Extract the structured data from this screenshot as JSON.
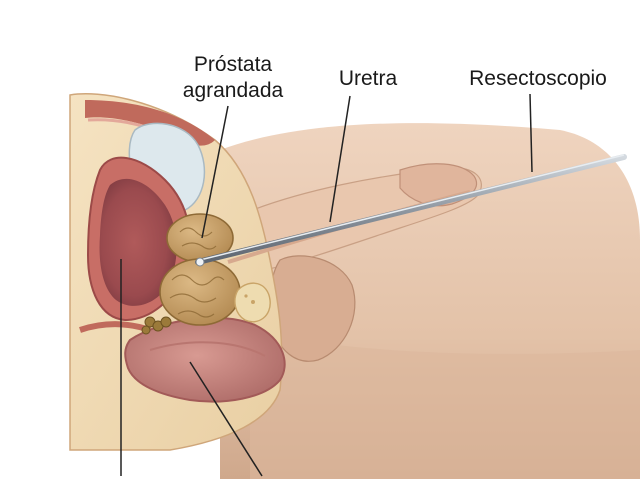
{
  "labels": {
    "prostate_line1": "Próstata",
    "prostate_line2": "agrandada",
    "urethra": "Uretra",
    "resectoscope": "Resectoscopio"
  },
  "colors": {
    "skin": "#e8c9b0",
    "skin_shadow": "#d4ab8e",
    "tissue_cream": "#f1dcb4",
    "bladder_wall": "#c46b67",
    "bladder_inner": "#a64e4e",
    "bladder_dark": "#8d4145",
    "fluid_sac": "#dfe9ee",
    "prostate": "#c7a06a",
    "prostate_dark": "#9e7840",
    "muscle": "#b85a50",
    "instrument": "#9aa3ad",
    "leader_line": "#222222"
  }
}
